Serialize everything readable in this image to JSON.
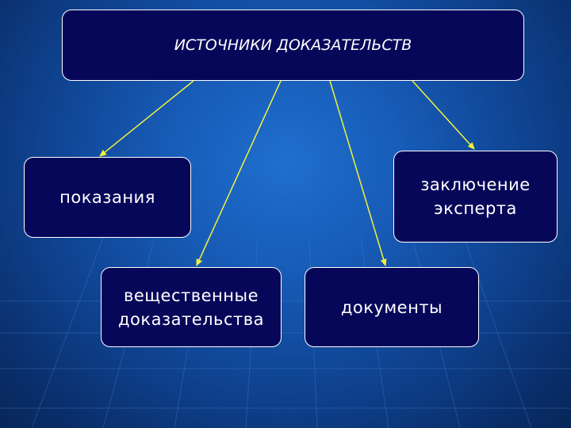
{
  "diagram": {
    "root": {
      "label": "ИСТОЧНИКИ ДОКАЗАТЕЛЬСТВ"
    },
    "nodes": [
      {
        "id": "testimony",
        "label": "показания"
      },
      {
        "id": "expert",
        "label": "заключение\nэксперта"
      },
      {
        "id": "physical",
        "label": "вещественные\nдоказательства"
      },
      {
        "id": "documents",
        "label": "документы"
      }
    ],
    "edges": [
      {
        "from": "root",
        "to": "testimony"
      },
      {
        "from": "root",
        "to": "physical"
      },
      {
        "from": "root",
        "to": "documents"
      },
      {
        "from": "root",
        "to": "expert"
      }
    ],
    "colors": {
      "box_fill": "#07075a",
      "box_border": "#ffffff",
      "text": "#ffffff",
      "arrow": "#f2f23a",
      "background": "#175bb6"
    }
  }
}
